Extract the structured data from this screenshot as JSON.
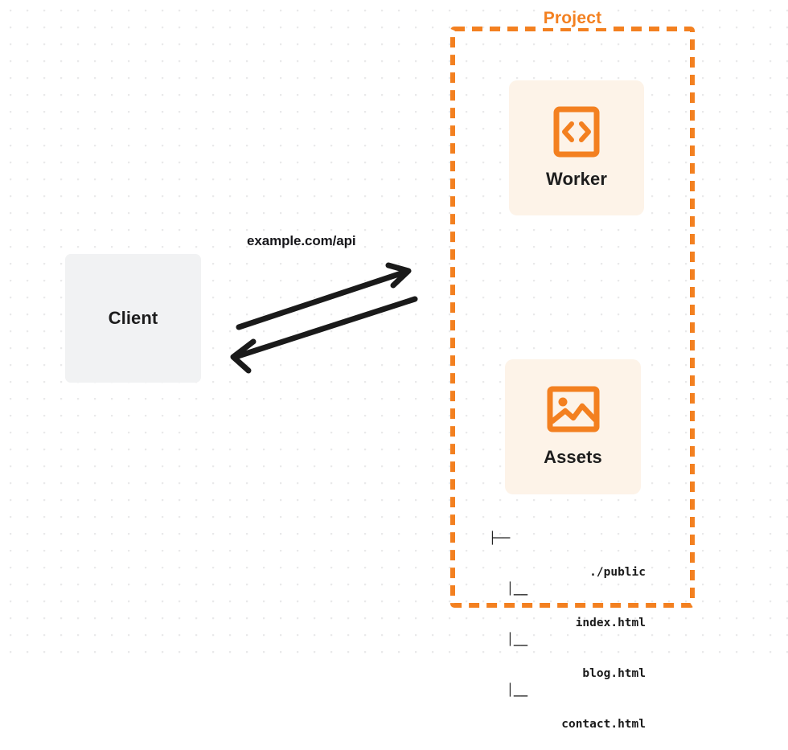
{
  "diagram": {
    "title": "Project",
    "background": {
      "style": "dot-grid",
      "dot_color": "#e9e9ea",
      "canvas_color": "#ffffff"
    },
    "colors": {
      "accent": "#f38020",
      "card_fill": "#fdf3e8",
      "client_fill": "#f1f2f3",
      "text": "#1d1d1d",
      "arrow": "#1a1a1a"
    }
  },
  "client": {
    "label": "Client"
  },
  "connection": {
    "label": "example.com/api",
    "request_direction": "client-to-project",
    "response_direction": "project-to-client"
  },
  "project": {
    "title": "Project",
    "nodes": [
      {
        "id": "worker",
        "label": "Worker",
        "icon": "code-brackets-icon"
      },
      {
        "id": "assets",
        "label": "Assets",
        "icon": "image-icon"
      }
    ],
    "file_tree": {
      "rows": [
        {
          "branch": "├──",
          "indented": false,
          "name": "./public"
        },
        {
          "branch": "│__",
          "indented": true,
          "name": "index.html"
        },
        {
          "branch": "│__",
          "indented": true,
          "name": "blog.html"
        },
        {
          "branch": "│__",
          "indented": true,
          "name": "contact.html"
        }
      ]
    }
  }
}
